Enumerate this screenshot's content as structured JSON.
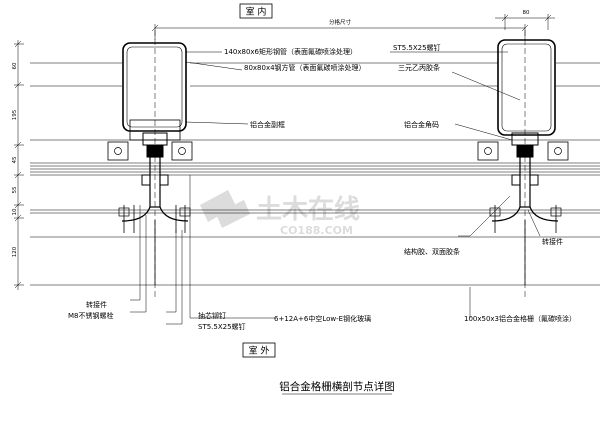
{
  "labels": {
    "indoor": "室 内",
    "outdoor": "室 外",
    "title": "铝合金格栅横剖节点详图",
    "grid_size": "分格尺寸",
    "steel_tube_140": "140x80x6矩形钢管（表面氟碳喷涂处理）",
    "steel_tube_80": "80x80x4钢方管（表面氟碳喷涂处理）",
    "sub_frame": "铝合金副框",
    "screw_top": "ST5.5X25螺钉",
    "epdm_strip": "三元乙丙胶条",
    "corner_code": "铝合金角码",
    "structural_glue": "结构胶、双面胶条",
    "adapter_right": "转接件",
    "adapter_left": "转接件",
    "bolt": "M8不锈钢螺栓",
    "rivet": "抽芯铆钉",
    "screw_bottom": "ST5.5X25螺钉",
    "glass": "6+12A+6中空Low-E钢化玻璃",
    "grille": "100x50x3铝合金格栅（氟碳喷涂）"
  },
  "dimensions": {
    "top_width": "80",
    "v1": "60",
    "v2": "195",
    "v3": "45",
    "v4": "55",
    "v5": "10",
    "v6": "120"
  },
  "watermark": {
    "main": "土木在线",
    "sub": "CO188.COM"
  },
  "colors": {
    "line": "#000000",
    "watermark": "#d9d9d9"
  }
}
